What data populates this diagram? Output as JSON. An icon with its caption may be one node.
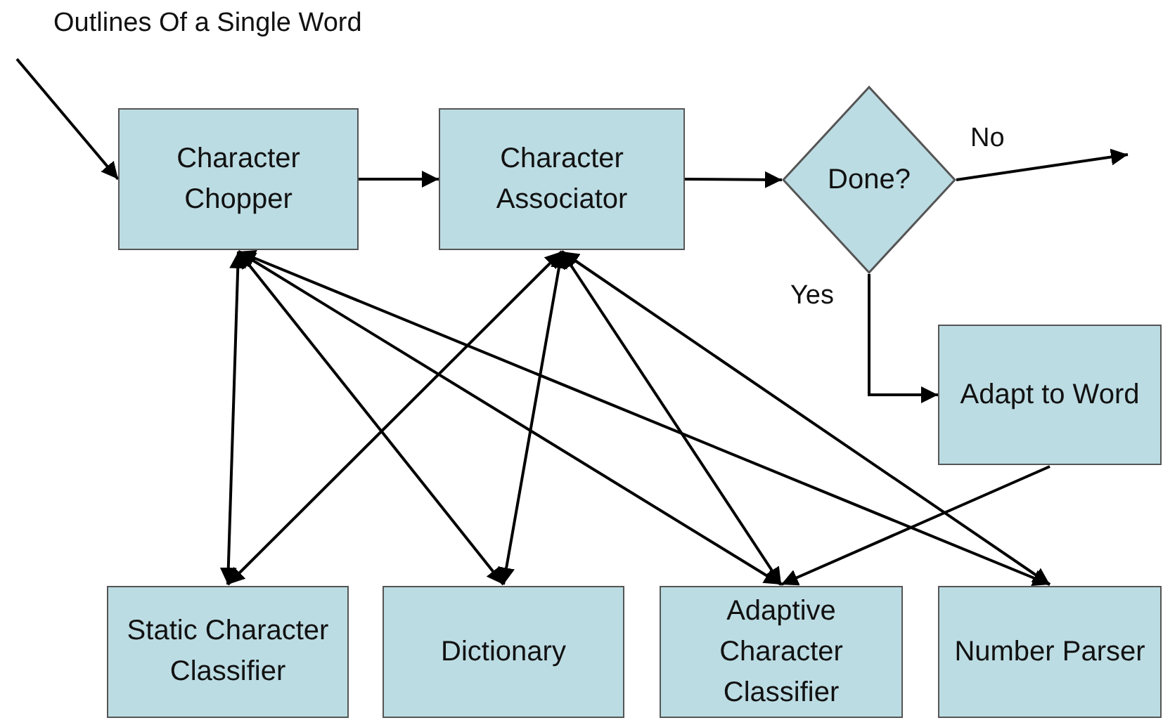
{
  "diagram": {
    "nodes": [
      {
        "text": [
          "Character Chopper"
        ]
      },
      {
        "text": [
          "Character Associator"
        ]
      },
      {
        "text": [
          "Done?"
        ]
      },
      {
        "text": [
          "Adapt to Word"
        ]
      },
      {
        "text": [
          "Static Character Classifier"
        ]
      },
      {
        "text": [
          "Dictionary"
        ]
      },
      {
        "text": [
          "Adaptive Character Classifier"
        ]
      },
      {
        "text": [
          "Number Parser"
        ]
      }
    ],
    "edges": [
      {
        "from": null,
        "to": 0,
        "arrow": "to"
      },
      {
        "from": 0,
        "to": 1,
        "arrow": "to"
      },
      {
        "from": 1,
        "to": 2,
        "arrow": "to"
      },
      {
        "from": 2,
        "to": null,
        "arrow": "to",
        "label": "No"
      },
      {
        "from": 2,
        "to": 3,
        "arrow": "to",
        "label": "Yes"
      },
      {
        "from": 0,
        "to": 4,
        "arrow": "both"
      },
      {
        "from": 0,
        "to": 5,
        "arrow": "both"
      },
      {
        "from": 0,
        "to": 6,
        "arrow": "both"
      },
      {
        "from": 0,
        "to": 7,
        "arrow": "both"
      },
      {
        "from": 1,
        "to": 4,
        "arrow": "both"
      },
      {
        "from": 1,
        "to": 5,
        "arrow": "both"
      },
      {
        "from": 1,
        "to": 6,
        "arrow": "both"
      },
      {
        "from": 1,
        "to": 7,
        "arrow": "both"
      },
      {
        "from": 3,
        "to": 6,
        "arrow": "to"
      }
    ],
    "labels": [
      "Outlines Of a Single Word"
    ]
  }
}
